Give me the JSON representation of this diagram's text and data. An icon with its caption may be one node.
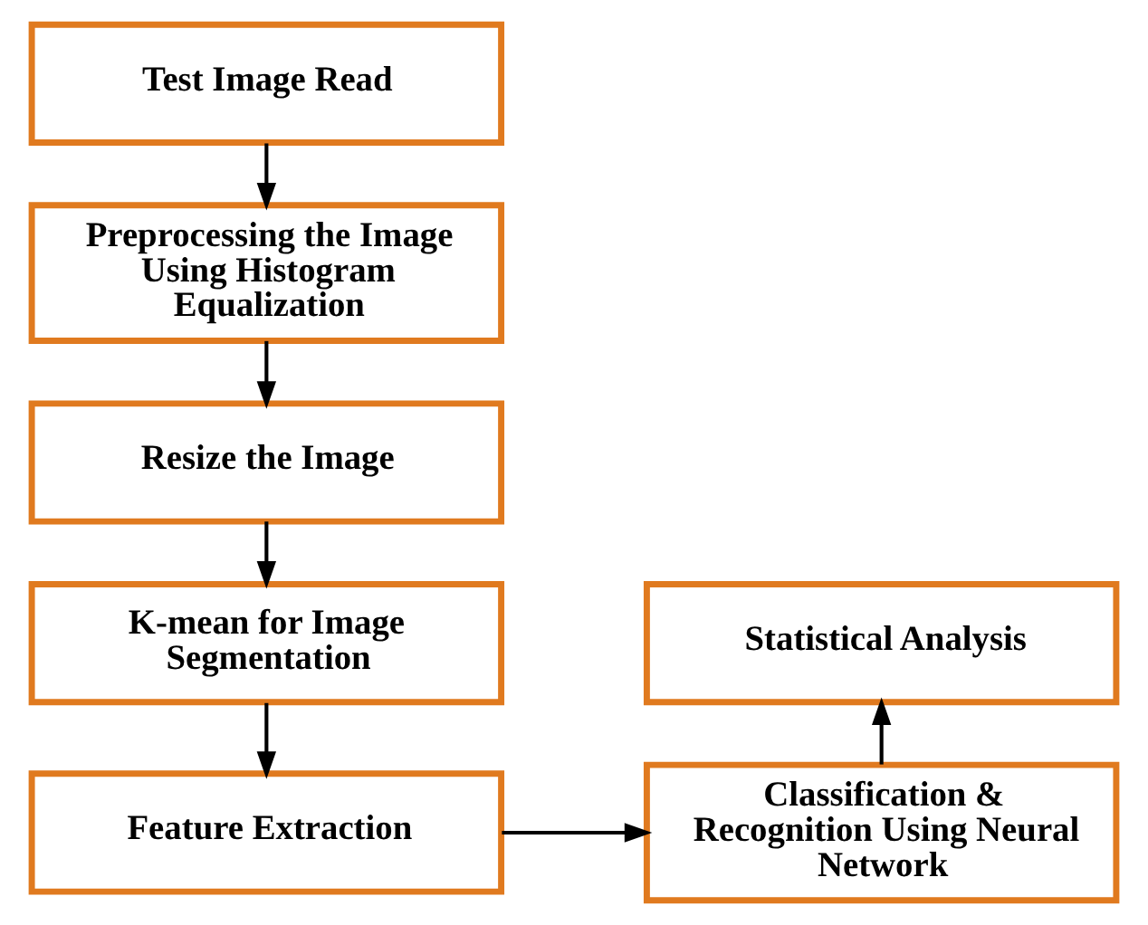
{
  "diagram": {
    "nodes": [
      {
        "text": [
          "Test Image Read"
        ]
      },
      {
        "text": [
          "Preprocessing the Image Using Histogram Equalization"
        ]
      },
      {
        "text": [
          "Resize the Image"
        ]
      },
      {
        "text": [
          "K-mean for Image Segmentation"
        ]
      },
      {
        "text": [
          "Feature Extraction"
        ]
      },
      {
        "text": [
          "Classification & Recognition Using Neural Network"
        ]
      },
      {
        "text": [
          "Statistical Analysis"
        ]
      }
    ],
    "edges": [
      {
        "from": 0,
        "to": 1,
        "arrow": "to"
      },
      {
        "from": 1,
        "to": 2,
        "arrow": "to"
      },
      {
        "from": 2,
        "to": 3,
        "arrow": "to"
      },
      {
        "from": 3,
        "to": 4,
        "arrow": "to"
      },
      {
        "from": 4,
        "to": 5,
        "arrow": "to"
      },
      {
        "from": 5,
        "to": 6,
        "arrow": "to"
      }
    ]
  }
}
